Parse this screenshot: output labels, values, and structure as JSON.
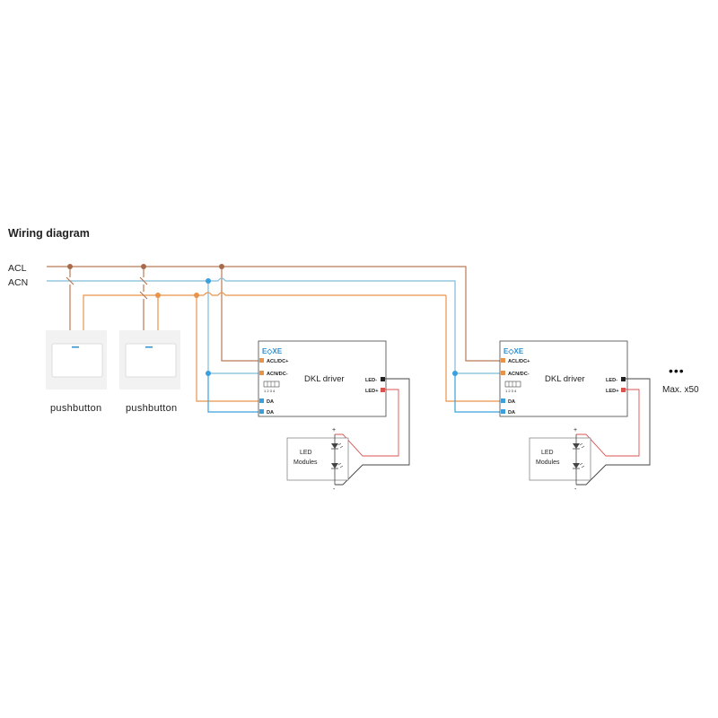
{
  "title": "Wiring diagram",
  "lines": {
    "acl": "ACL",
    "acn": "ACN"
  },
  "pushbuttons": [
    {
      "label": "pushbutton"
    },
    {
      "label": "pushbutton"
    }
  ],
  "drivers": [
    {
      "logo": "E◇XE",
      "name": "DKL driver",
      "terminals": {
        "acl": "ACL/DC+",
        "acn": "ACN/DC-",
        "da1": "DA",
        "da2": "DA",
        "dip_numbers": "1 2 3 4"
      },
      "outputs": {
        "minus": "LED-",
        "plus": "LED+"
      },
      "led_module": {
        "line1": "LED",
        "line2": "Modules",
        "plus": "+",
        "minus": "-"
      }
    },
    {
      "logo": "E◇XE",
      "name": "DKL driver",
      "terminals": {
        "acl": "ACL/DC+",
        "acn": "ACN/DC-",
        "da1": "DA",
        "da2": "DA",
        "dip_numbers": "1 2 3 4"
      },
      "outputs": {
        "minus": "LED-",
        "plus": "LED+"
      },
      "led_module": {
        "line1": "LED",
        "line2": "Modules",
        "plus": "+",
        "minus": "-"
      }
    }
  ],
  "more": {
    "dots": "•••",
    "label": "Max. x50"
  },
  "colors": {
    "acl": "#b97a57",
    "acn": "#7fbcd9",
    "da_orange": "#e8934a",
    "da_blue": "#3aa0dd",
    "led_minus": "#444444",
    "led_plus": "#d9534f",
    "accent": "#2f8fd0"
  }
}
